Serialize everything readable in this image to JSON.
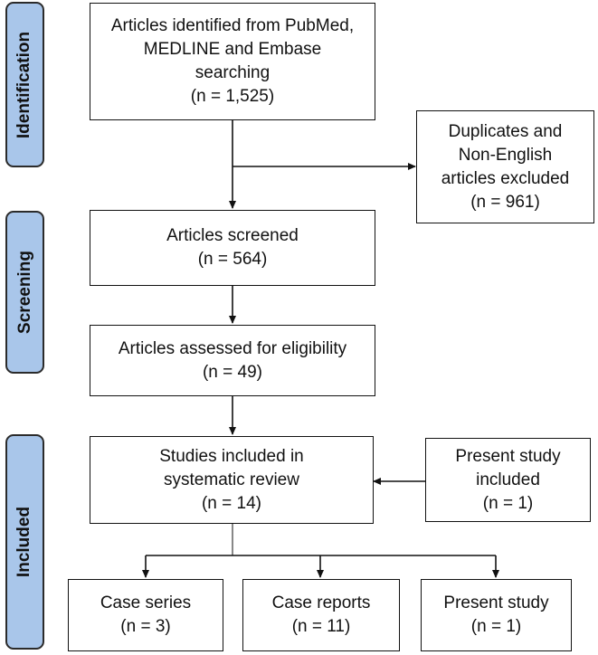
{
  "stages": {
    "identification": "Identification",
    "screening": "Screening",
    "included": "Included"
  },
  "boxes": {
    "identified": {
      "lines": [
        "Articles identified from PubMed,",
        "MEDLINE and Embase",
        "searching",
        "(n = 1,525)"
      ]
    },
    "excluded": {
      "lines": [
        "Duplicates and",
        "Non-English",
        "articles excluded",
        "(n = 961)"
      ]
    },
    "screened": {
      "lines": [
        "Articles screened",
        "(n = 564)"
      ]
    },
    "eligibility": {
      "lines": [
        "Articles assessed for eligibility",
        "(n = 49)"
      ]
    },
    "included_review": {
      "lines": [
        "Studies included in",
        "systematic review",
        "(n = 14)"
      ]
    },
    "present_included": {
      "lines": [
        "Present study",
        "included",
        "(n = 1)"
      ]
    },
    "case_series": {
      "lines": [
        "Case series",
        "(n = 3)"
      ]
    },
    "case_reports": {
      "lines": [
        "Case reports",
        "(n = 11)"
      ]
    },
    "present_study": {
      "lines": [
        "Present study",
        "(n = 1)"
      ]
    }
  }
}
